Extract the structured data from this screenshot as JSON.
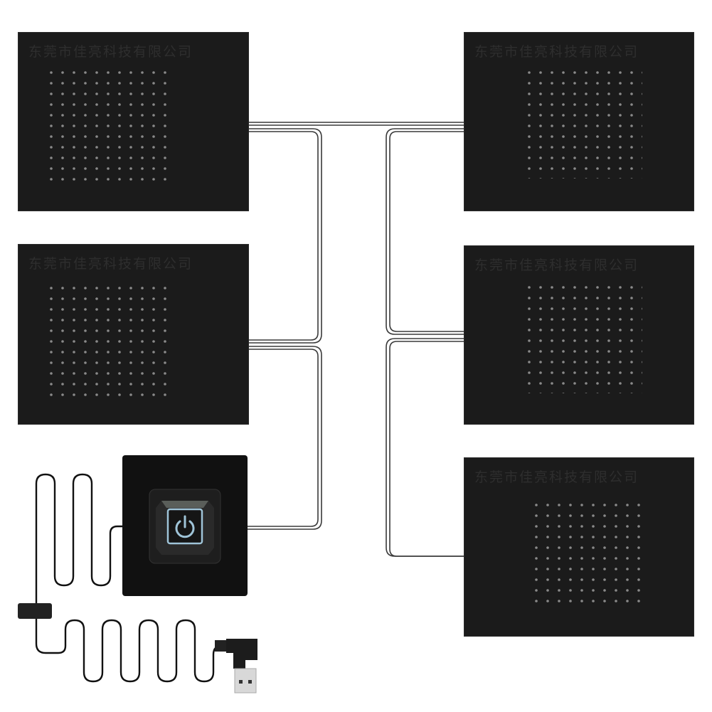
{
  "product": {
    "description": "USB heating pad kit with 5 carbon fiber heating pads and power switch controller",
    "pad_label": "东莞市佳亮科技有限公司",
    "pad_count": 5,
    "controller": {
      "icon": "power-icon",
      "icon_color": "#9fc4d8"
    },
    "connector": "usb-a-right-angle"
  },
  "pads": [
    {
      "id": "pad-left-top",
      "label": "东莞市佳亮科技有限公司"
    },
    {
      "id": "pad-left-middle",
      "label": "东莞市佳亮科技有限公司"
    },
    {
      "id": "pad-right-top",
      "label": "东莞市佳亮科技有限公司"
    },
    {
      "id": "pad-right-middle",
      "label": "东莞市佳亮科技有限公司"
    },
    {
      "id": "pad-right-bottom",
      "label": "东莞市佳亮科技有限公司"
    }
  ],
  "colors": {
    "pad": "#1b1b1b",
    "wire": "#444444",
    "background": "#ffffff",
    "controller": "#111111"
  }
}
